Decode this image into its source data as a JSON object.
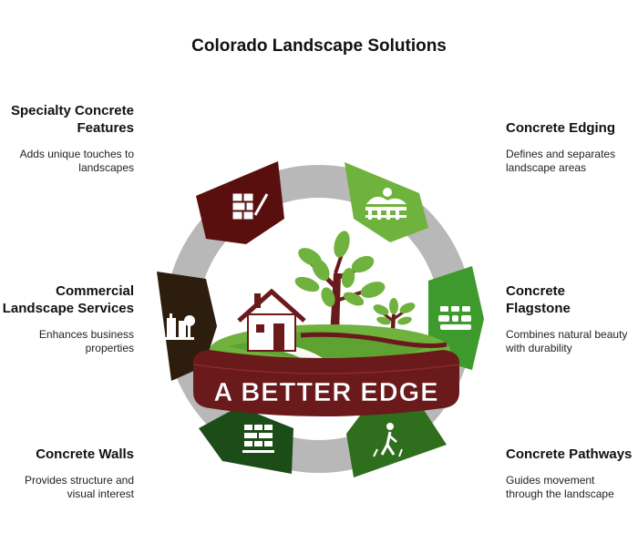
{
  "title": "Colorado Landscape Solutions",
  "logo_text": "A BETTER EDGE",
  "steps": [
    {
      "id": "specialty",
      "title": "Specialty Concrete Features",
      "desc": "Adds unique touches to landscapes",
      "color": "#5a0f0f",
      "icon": "tools-icon"
    },
    {
      "id": "edging",
      "title": "Concrete Edging",
      "desc": "Defines and separates landscape areas",
      "color": "#6fb23d",
      "icon": "garden-fence-icon"
    },
    {
      "id": "flagstone",
      "title": "Concrete Flagstone",
      "desc": "Combines natural beauty with durability",
      "color": "#3f9a2e",
      "icon": "flagstone-icon"
    },
    {
      "id": "pathways",
      "title": "Concrete Pathways",
      "desc": "Guides movement through the landscape",
      "color": "#2f6e1c",
      "icon": "walking-person-icon"
    },
    {
      "id": "walls",
      "title": "Concrete Walls",
      "desc": "Provides structure and visual interest",
      "color": "#1c4d18",
      "icon": "brick-wall-icon"
    },
    {
      "id": "commercial",
      "title": "Commercial Landscape Services",
      "desc": "Enhances business properties",
      "color": "#2d1d0e",
      "icon": "building-tree-icon"
    }
  ],
  "colors": {
    "connector": "#b8b8b8",
    "ribbon": "#6b1a1c",
    "grass": "#6fb23d",
    "house": "#6b1a1c"
  }
}
